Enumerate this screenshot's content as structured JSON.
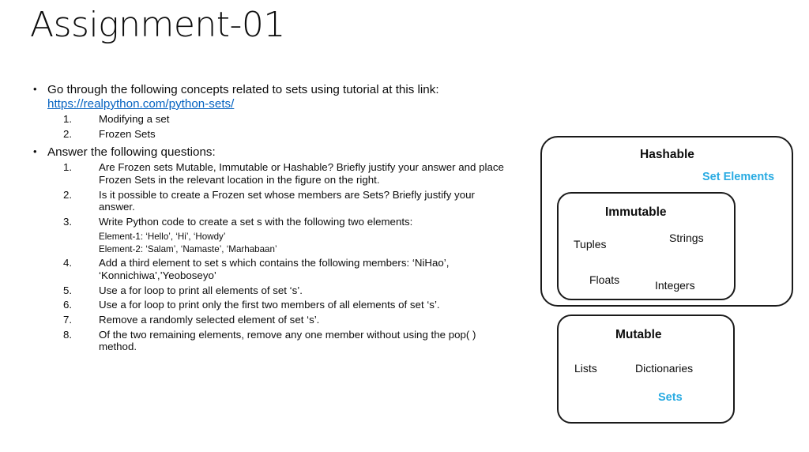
{
  "slide": {
    "title": "Assignment-01"
  },
  "content": {
    "bullet_1": {
      "marker": "•",
      "text_before_link": "Go through the following concepts related to sets using tutorial at this link: ",
      "link_text": "https://realpython.com/python-sets/",
      "items": [
        {
          "num": "1.",
          "text": "Modifying a set"
        },
        {
          "num": "2.",
          "text": "Frozen Sets"
        }
      ]
    },
    "bullet_2": {
      "marker": "•",
      "text": "Answer the following questions:",
      "items": [
        {
          "num": "1.",
          "text": "Are Frozen sets Mutable, Immutable or Hashable? Briefly justify your answer and place Frozen Sets in the relevant location in the figure on the right."
        },
        {
          "num": "2.",
          "text": "Is it possible to create a Frozen set whose members are Sets? Briefly justify your answer."
        },
        {
          "num": "3.",
          "text": "Write Python code to create a set s with the following two elements:"
        },
        {
          "num": "4.",
          "text": "Add a third element to set s which contains the following members: ‘NiHao’, ‘Konnichiwa’,’Yeoboseyo’"
        },
        {
          "num": "5.",
          "text": "Use a for loop to print all elements of set ‘s’."
        },
        {
          "num": "6.",
          "text": "Use a for loop to print only the first two members of all elements of set ‘s’."
        },
        {
          "num": "7.",
          "text": "Remove a randomly selected element of set ‘s’."
        },
        {
          "num": "8.",
          "text": "Of the two remaining elements, remove any one member without using the pop( ) method."
        }
      ],
      "element_notes": [
        "Element-1: ‘Hello’, ‘Hi’, ‘Howdy’",
        "Element-2: ‘Salam’, ‘Namaste’, ‘Marhabaan’"
      ]
    }
  },
  "diagram": {
    "hashable": {
      "title": "Hashable",
      "annotation": "Set Elements"
    },
    "immutable": {
      "title": "Immutable",
      "items": [
        "Tuples",
        "Strings",
        "Floats",
        "Integers"
      ]
    },
    "mutable": {
      "title": "Mutable",
      "items": [
        "Lists",
        "Dictionaries"
      ],
      "annotation": "Sets"
    }
  },
  "colors": {
    "accent_blue": "#29abe2",
    "hyperlink_blue": "#0563c1",
    "text_black": "#0d0d0d",
    "box_border": "#1a1a1a",
    "background": "#ffffff"
  }
}
